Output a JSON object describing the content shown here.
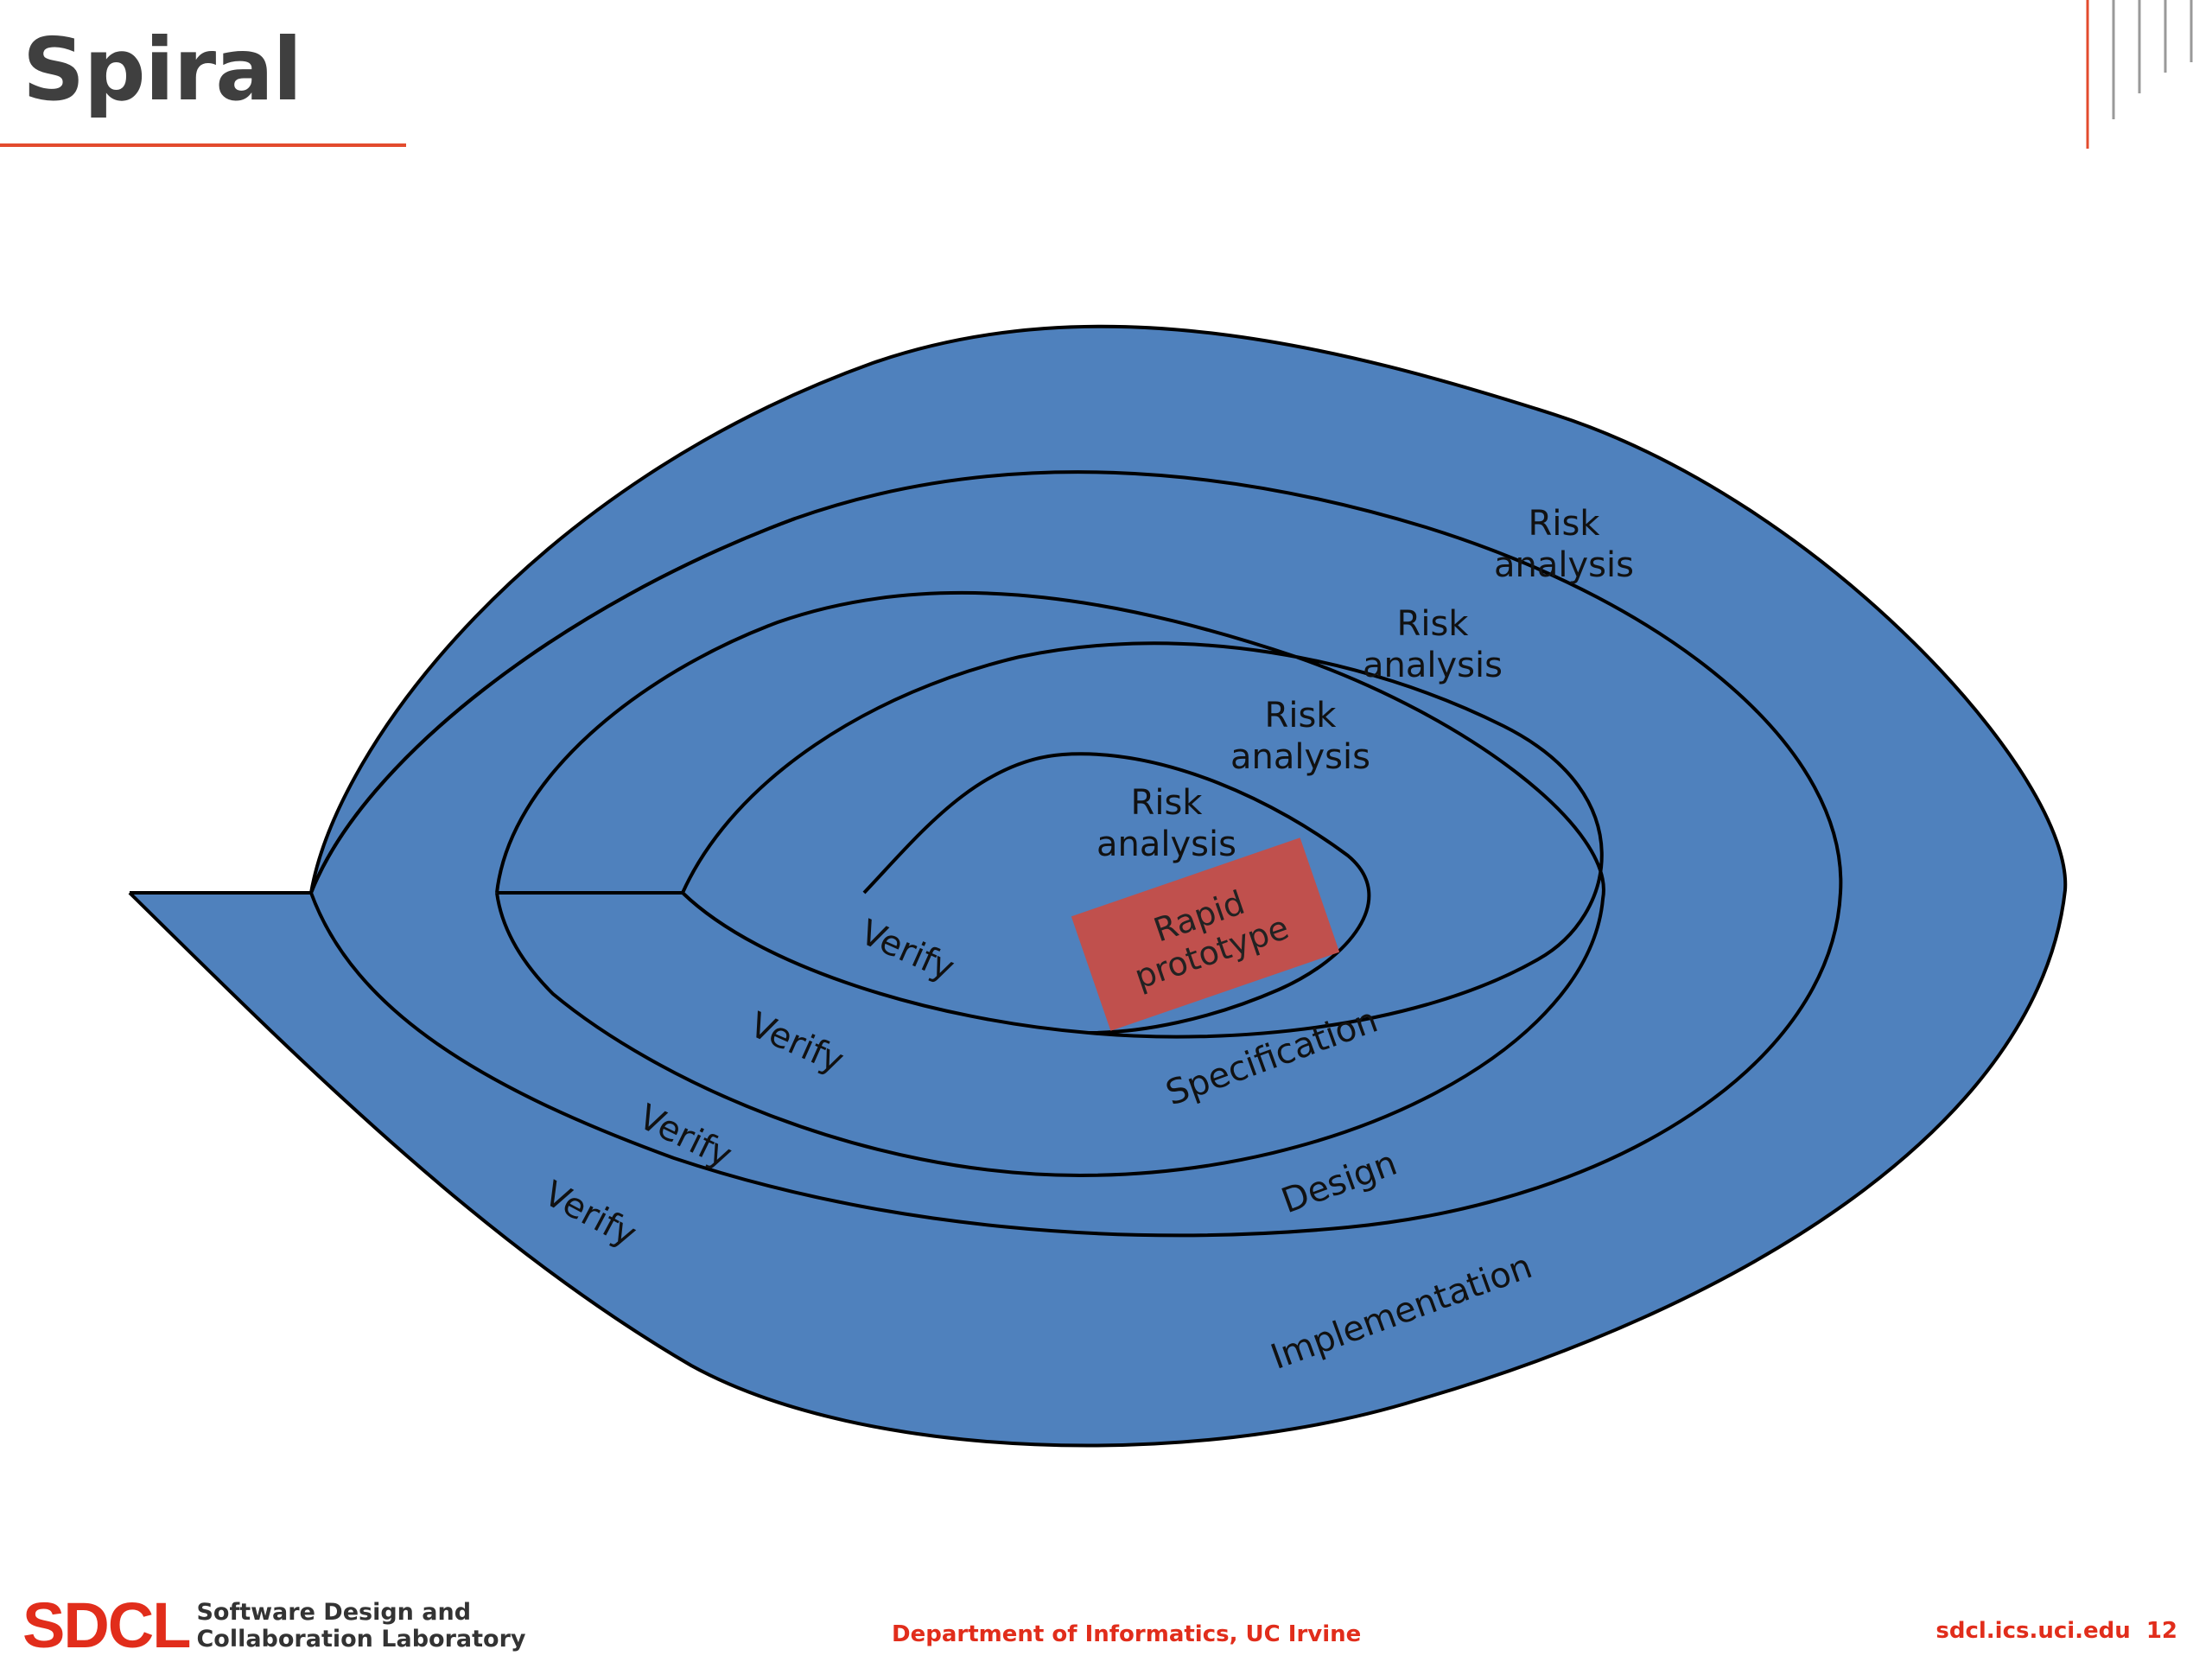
{
  "slide": {
    "title": "Spiral",
    "accent_color": "#e34b2e"
  },
  "diagram": {
    "band_color": "#4f81bd",
    "prototype_color": "#c0504d",
    "labels": {
      "risk_outer": "Risk\nanalysis",
      "risk_3": "Risk\nanalysis",
      "risk_2": "Risk\nanalysis",
      "risk_inner": "Risk\nanalysis",
      "rapid_prototype": "Rapid\nprototype",
      "verify_inner": "Verify",
      "verify_2": "Verify",
      "verify_3": "Verify",
      "verify_outer": "Verify",
      "specification": "Specification",
      "design": "Design",
      "implementation": "Implementation"
    }
  },
  "footer": {
    "lab_abbr": "SDCL",
    "lab_name": "Software Design and\nCollaboration Laboratory",
    "department": "Department of Informatics, UC Irvine",
    "url": "sdcl.ics.uci.edu",
    "page_number": "12"
  }
}
